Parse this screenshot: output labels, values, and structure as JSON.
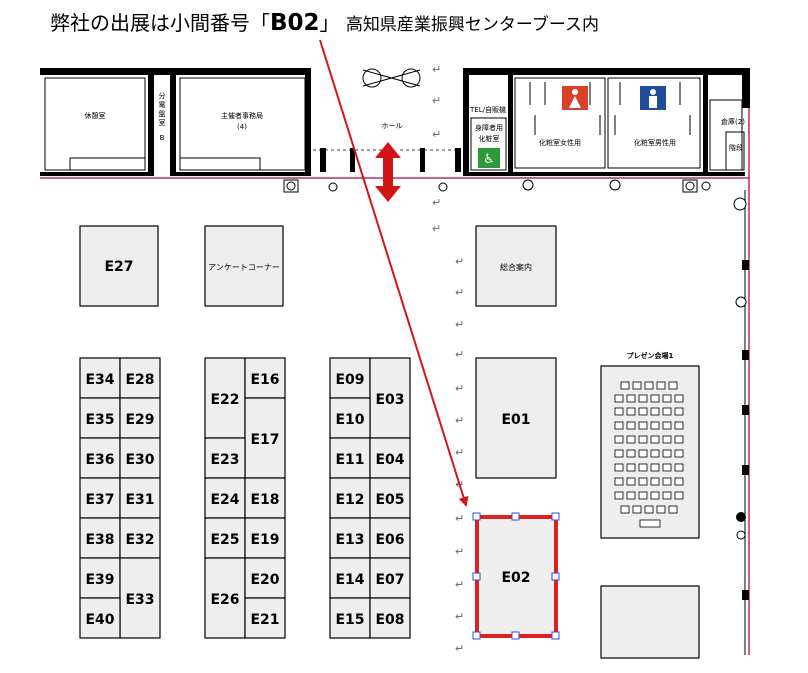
{
  "caption": {
    "prefix": "弊社の出展は小間番号「",
    "booth_no": "B02",
    "suffix": "」",
    "detail": "高知県産業振興センターブース内"
  },
  "rooms": {
    "rest": "休憩室",
    "partition_b_1": "分",
    "partition_b_2": "電",
    "partition_b_3": "盤",
    "partition_b_4": "室",
    "partition_b_5": "B",
    "organizer_1": "主催者事務局",
    "organizer_2": "(4)",
    "hall": "ホール",
    "tel": "TEL/自販機",
    "accessible_1": "身障者用",
    "accessible_2": "化粧室",
    "womens": "化粧室女性用",
    "mens": "化粧室男性用",
    "storage": "倉庫(2)",
    "stairs": "階段"
  },
  "areas": {
    "survey": "アンケートコーナー",
    "info": "総合案内",
    "presentation": "プレゼン会場1"
  },
  "booths": {
    "E27": "E27",
    "E34": "E34",
    "E28": "E28",
    "E35": "E35",
    "E29": "E29",
    "E36": "E36",
    "E30": "E30",
    "E37": "E37",
    "E31": "E31",
    "E38": "E38",
    "E32": "E32",
    "E39": "E39",
    "E33": "E33",
    "E40": "E40",
    "E22": "E22",
    "E16": "E16",
    "E17": "E17",
    "E23": "E23",
    "E24": "E24",
    "E18": "E18",
    "E25": "E25",
    "E19": "E19",
    "E26": "E26",
    "E20": "E20",
    "E21": "E21",
    "E09": "E09",
    "E03": "E03",
    "E10": "E10",
    "E11": "E11",
    "E04": "E04",
    "E12": "E12",
    "E05": "E05",
    "E13": "E13",
    "E06": "E06",
    "E14": "E14",
    "E07": "E07",
    "E15": "E15",
    "E08": "E08",
    "E01": "E01",
    "E02": "E02"
  },
  "markers": {
    "return_symbol": "↵"
  },
  "colors": {
    "highlight": "#e02020",
    "arrow": "#d41515",
    "floor_line": "#b0306a",
    "restroom_female": "#d9402a",
    "restroom_male": "#1f4d9a",
    "accessible": "#2f9a3a",
    "selection_handle": "#3a4bd8"
  }
}
